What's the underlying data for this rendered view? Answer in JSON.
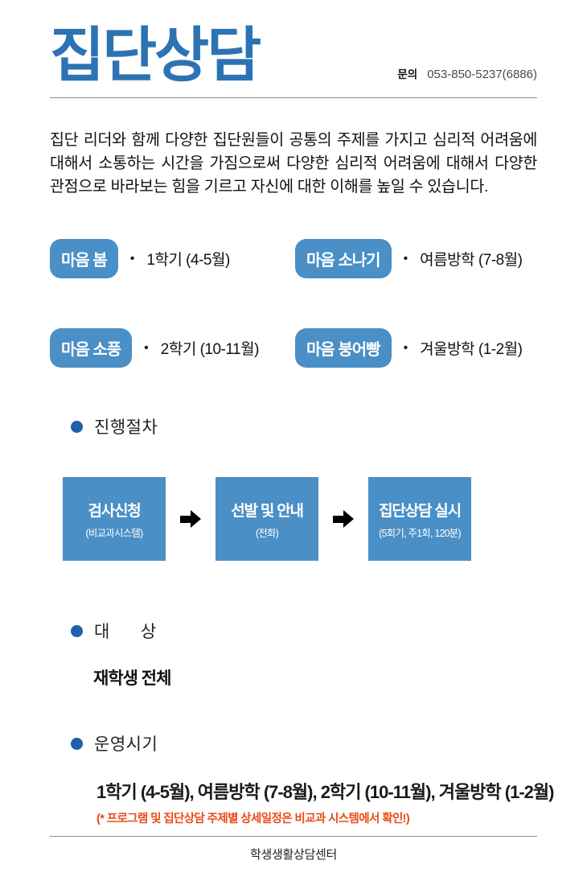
{
  "page": {
    "title": "집단상담",
    "contact": {
      "label": "문의",
      "phone": "053-850-5237(6886)"
    },
    "intro": "집단 리더와 함께 다양한 집단원들이 공통의 주제를 가지고 심리적 어려움에 대해서 소통하는 시간을 가짐으로써 다양한 심리적 어려움에 대해서 다양한 관점으로 바라보는 힘을 기르고 자신에 대한 이해를 높일 수 있습니다.",
    "footer": "학생생활상담센터"
  },
  "glyphs": {
    "bullet": "•"
  },
  "programs": [
    {
      "name": "마음 봄",
      "period": "1학기 (4-5월)"
    },
    {
      "name": "마음 소나기",
      "period": "여름방학 (7-8월)"
    },
    {
      "name": "마음 소풍",
      "period": "2학기 (10-11월)"
    },
    {
      "name": "마음 붕어빵",
      "period": "겨울방학 (1-2월)"
    }
  ],
  "process": {
    "heading": "진행절차",
    "steps": [
      {
        "title": "검사신청",
        "subtitle": "(비교과시스템)"
      },
      {
        "title": "선발 및 안내",
        "subtitle": "(전화)"
      },
      {
        "title": "집단상담 실시",
        "subtitle": "(5회기, 주1회, 120분)"
      }
    ]
  },
  "target": {
    "heading": "대      상",
    "value": "재학생 전체"
  },
  "schedule": {
    "heading": "운영시기",
    "value": "1학기 (4-5월), 여름방학 (7-8월), 2학기 (10-11월), 겨울방학 (1-2월)",
    "note": "(* 프로그램 및 집단상담 주제별 상세일정은 비교과 시스템에서 확인!)"
  },
  "colors": {
    "title_blue": "#2d73b4",
    "badge_blue": "#4a8fc6",
    "bullet_blue": "#1d60ab",
    "note_orange_red": "#ea4a17",
    "rule_gray": "#8a8a8a"
  }
}
